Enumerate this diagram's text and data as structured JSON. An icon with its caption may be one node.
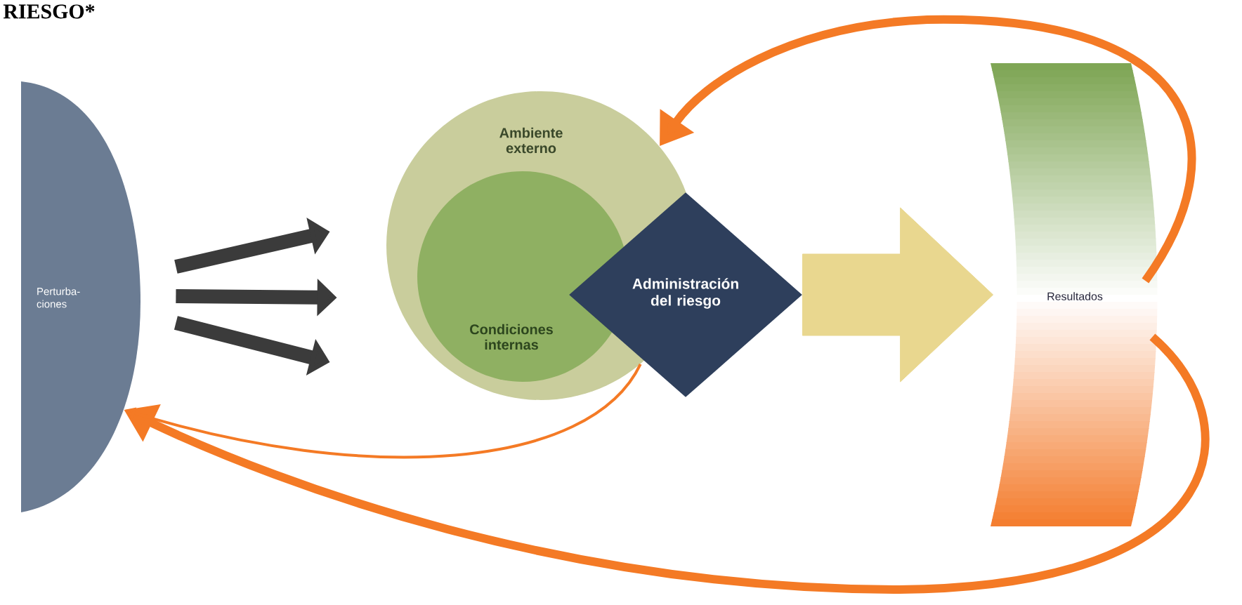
{
  "diagram": {
    "title": "RIESGO*",
    "nodes": [
      {
        "text": [
          "Perturba- ciones"
        ]
      },
      {
        "text": [
          "Ambiente externo"
        ]
      },
      {
        "text": [
          "Condiciones internas"
        ],
        "in": 1
      },
      {
        "text": [
          "Administración del riesgo"
        ]
      },
      {
        "text": [
          "Resultados"
        ]
      }
    ],
    "edges": [
      {
        "from": 0,
        "to": 1,
        "arrow": "to",
        "color": "#3b3b3b"
      },
      {
        "from": 0,
        "to": 1,
        "arrow": "to",
        "color": "#3b3b3b"
      },
      {
        "from": 0,
        "to": 1,
        "arrow": "to",
        "color": "#3b3b3b"
      },
      {
        "from": 3,
        "to": 4,
        "arrow": "to",
        "style": "thick",
        "color": "#e9d78f"
      },
      {
        "from": 4,
        "to": 1,
        "arrow": "to",
        "color": "#f47a25"
      },
      {
        "from": 4,
        "to": 0,
        "arrow": "to",
        "color": "#f47a25"
      },
      {
        "from": 1,
        "to": 0,
        "arrow": "to",
        "color": "#f47a25"
      }
    ]
  }
}
